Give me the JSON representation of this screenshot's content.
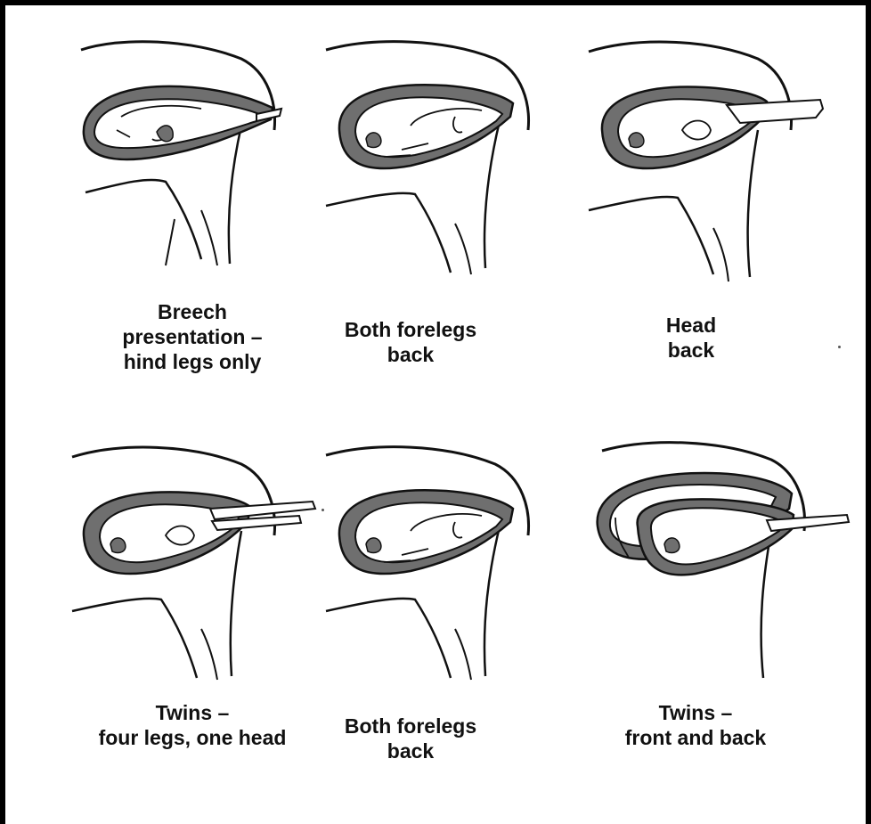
{
  "diagrams": [
    {
      "lines": [
        "Breech",
        "presentation –",
        "hind legs only"
      ]
    },
    {
      "lines": [
        "Both forelegs",
        "back"
      ]
    },
    {
      "lines": [
        "Head",
        "back"
      ]
    },
    {
      "lines": [
        "Twins –",
        "four legs, one head"
      ]
    },
    {
      "lines": [
        "Both forelegs",
        "back"
      ]
    },
    {
      "lines": [
        "Twins –",
        "front and back"
      ]
    }
  ],
  "colors": {
    "uterus_fill": "#6f6f6f",
    "line": "#111111",
    "background": "#ffffff"
  }
}
